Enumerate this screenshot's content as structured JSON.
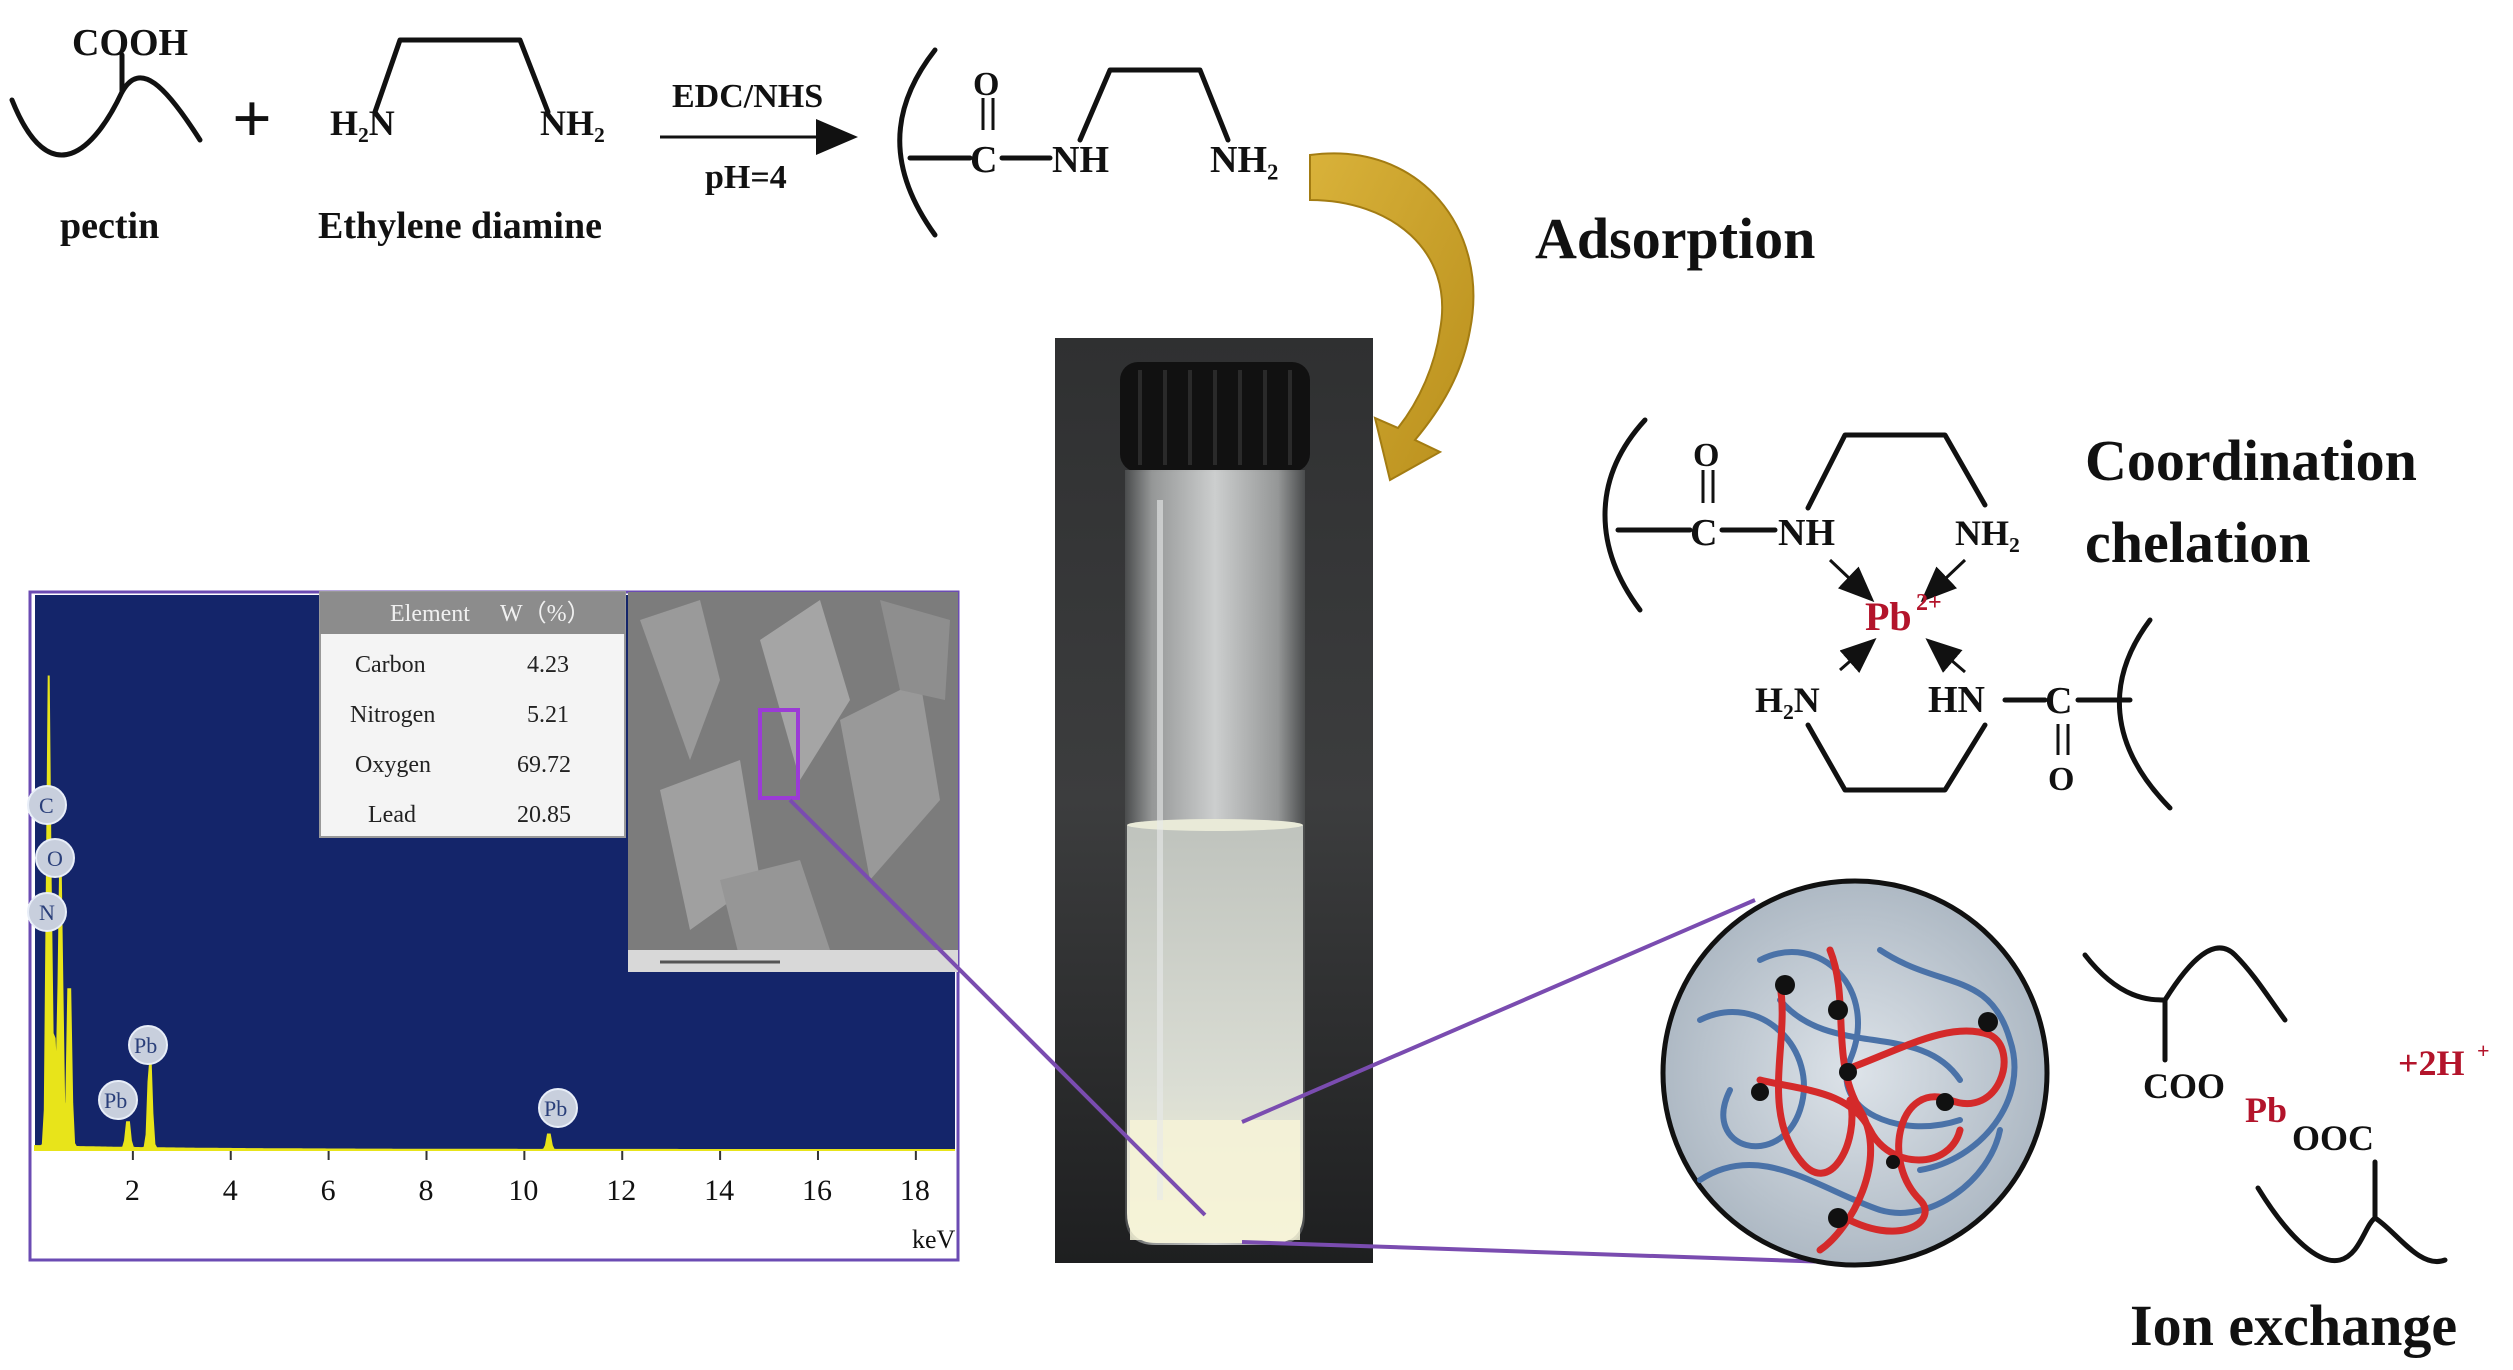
{
  "reaction": {
    "reagent1_group": "COOH",
    "reagent1_name": "pectin",
    "plus": "+",
    "reagent2_left": "H₂N",
    "reagent2_right": "NH₂",
    "reagent2_name": "Ethylene diamine",
    "conditions_top": "EDC/NHS",
    "conditions_bottom": "pH=4",
    "product_O": "O",
    "product_C": "C",
    "product_NH": "NH",
    "product_NH2": "NH₂"
  },
  "mechanisms": {
    "adsorption": "Adsorption",
    "coordination_line1": "Coordination",
    "coordination_line2": "chelation",
    "ion_exchange": "Ion exchange"
  },
  "chelate": {
    "O_top": "O",
    "C_top": "C",
    "NH_top": "NH",
    "NH2_top": "NH₂",
    "metal": "Pb",
    "metal_charge": "2+",
    "H2N_bottom": "H₂N",
    "HN_bottom": "HN",
    "C_bottom": "C",
    "O_bottom": "O"
  },
  "ion_exchange": {
    "left_group": "COO",
    "metal": "Pb",
    "right_group": "OOC",
    "released": "+2H",
    "released_charge": "+"
  },
  "eds": {
    "table_headers": [
      "Element",
      "W（%）"
    ],
    "table_rows": [
      [
        "Carbon",
        "4.23"
      ],
      [
        "Nitrogen",
        "5.21"
      ],
      [
        "Oxygen",
        "69.72"
      ],
      [
        "Lead",
        "20.85"
      ]
    ],
    "peak_labels": [
      "C",
      "O",
      "N",
      "Pb",
      "Pb",
      "Pb"
    ],
    "x_ticks": [
      "2",
      "4",
      "6",
      "8",
      "10",
      "12",
      "14",
      "16",
      "18"
    ],
    "x_unit": "keV",
    "colors": {
      "plot_bg": "#14256a",
      "spectrum": "#e8e41a",
      "frame": "#6b4bb3"
    }
  },
  "network_colors": {
    "red_chain": "#d42a2a",
    "blue_chain": "#4a72a8",
    "node": "#111111",
    "circle_bg": "#c9d2dc"
  }
}
